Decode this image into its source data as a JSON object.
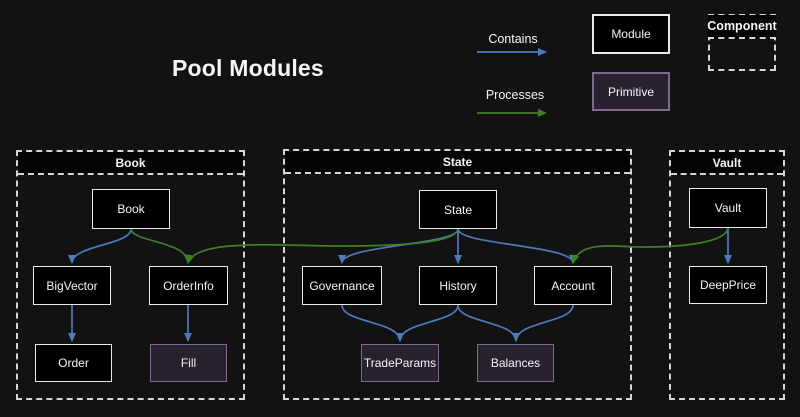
{
  "title": "Pool Modules",
  "legend": {
    "contains_label": "Contains",
    "processes_label": "Processes",
    "module_label": "Module",
    "primitive_label": "Primitive",
    "component_label": "Component"
  },
  "containers": [
    {
      "title": "Book"
    },
    {
      "title": "State"
    },
    {
      "title": "Vault"
    }
  ],
  "nodes": [
    {
      "label": "Book",
      "type": "module",
      "container": "Book"
    },
    {
      "label": "BigVector",
      "type": "module",
      "container": "Book"
    },
    {
      "label": "OrderInfo",
      "type": "module",
      "container": "Book"
    },
    {
      "label": "Order",
      "type": "module",
      "container": "Book"
    },
    {
      "label": "Fill",
      "type": "primitive",
      "container": "Book"
    },
    {
      "label": "State",
      "type": "module",
      "container": "State"
    },
    {
      "label": "Governance",
      "type": "module",
      "container": "State"
    },
    {
      "label": "History",
      "type": "module",
      "container": "State"
    },
    {
      "label": "Account",
      "type": "module",
      "container": "State"
    },
    {
      "label": "TradeParams",
      "type": "primitive",
      "container": "State"
    },
    {
      "label": "Balances",
      "type": "primitive",
      "container": "State"
    },
    {
      "label": "Vault",
      "type": "module",
      "container": "Vault"
    },
    {
      "label": "DeepPrice",
      "type": "module",
      "container": "Vault"
    }
  ],
  "edges": [
    {
      "from": "Book",
      "to": "BigVector",
      "type": "contains"
    },
    {
      "from": "BigVector",
      "to": "Order",
      "type": "contains"
    },
    {
      "from": "OrderInfo",
      "to": "Fill",
      "type": "contains"
    },
    {
      "from": "State",
      "to": "Governance",
      "type": "contains"
    },
    {
      "from": "State",
      "to": "History",
      "type": "contains"
    },
    {
      "from": "State",
      "to": "Account",
      "type": "contains"
    },
    {
      "from": "Governance",
      "to": "TradeParams",
      "type": "contains"
    },
    {
      "from": "History",
      "to": "TradeParams",
      "type": "contains"
    },
    {
      "from": "History",
      "to": "Balances",
      "type": "contains"
    },
    {
      "from": "Account",
      "to": "Balances",
      "type": "contains"
    },
    {
      "from": "Vault",
      "to": "DeepPrice",
      "type": "contains"
    },
    {
      "from": "Book",
      "to": "OrderInfo",
      "type": "processes"
    },
    {
      "from": "State",
      "to": "OrderInfo",
      "type": "processes"
    },
    {
      "from": "Vault",
      "to": "Account",
      "type": "processes"
    }
  ],
  "colors": {
    "background": "#121212",
    "module_fill": "#000000",
    "module_border": "#e9e9e9",
    "primitive_fill": "#2a2130",
    "primitive_border": "#7d6890",
    "contains_color": "#4e79bd",
    "processes_color": "#3e7f27",
    "container_border": "#d6d6d6",
    "text": "#f5f5f5"
  }
}
